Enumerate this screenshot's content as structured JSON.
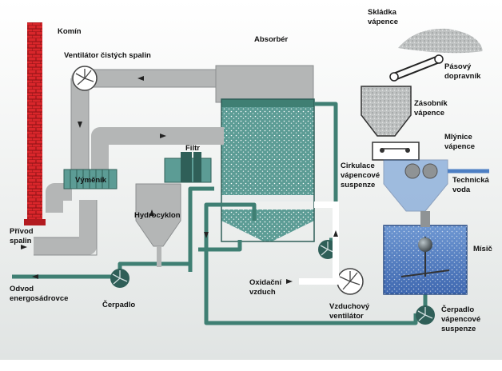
{
  "labels": {
    "chimney": "Komín",
    "clean_gas_fan": "Ventilátor čistých spalin",
    "absorber": "Absorbér",
    "limestone_pile_1": "Skládka",
    "limestone_pile_2": "vápence",
    "belt_conveyor_1": "Pásový",
    "belt_conveyor_2": "dopravník",
    "limestone_bin_1": "Zásobník",
    "limestone_bin_2": "vápence",
    "limestone_mill_1": "Mlýnice",
    "limestone_mill_2": "vápence",
    "heat_exchanger": "Výměník",
    "filter": "Filtr",
    "hydrocyclone": "Hydrocyklon",
    "circulation_1": "Cirkulace",
    "circulation_2": "vápencové",
    "circulation_3": "suspenze",
    "technical_water_1": "Technická",
    "technical_water_2": "voda",
    "flue_gas_inlet_1": "Přívod",
    "flue_gas_inlet_2": "spalin",
    "mixer": "Mísič",
    "gypsum_outlet_1": "Odvod",
    "gypsum_outlet_2": "energosádrovce",
    "oxidation_air_1": "Oxidační",
    "oxidation_air_2": "vzduch",
    "pump": "Čerpadlo",
    "air_fan_1": "Vzduchový",
    "air_fan_2": "ventilátor",
    "suspension_pump_1": "Čerpadlo",
    "suspension_pump_2": "vápencové",
    "suspension_pump_3": "suspenze"
  },
  "colors": {
    "chimney": "#d9262b",
    "gas_duct": "#b4b6b6",
    "slurry_pipe": "#3f7f73",
    "slurry_fill": "#5c9c95",
    "mixer_water": "#4d7fc4",
    "steel": "#8f9395"
  }
}
